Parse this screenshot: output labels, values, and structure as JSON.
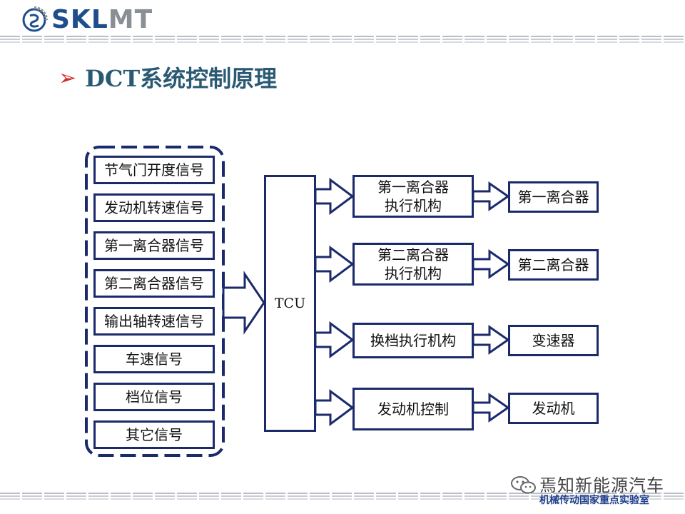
{
  "header": {
    "logo_text_a": "SKL",
    "logo_text_b": "MT",
    "logo_icon": "gear-logo-icon"
  },
  "slide": {
    "bullet": "➢",
    "title": "DCT系统控制原理"
  },
  "diagram": {
    "input_signals": [
      "节气门开度信号",
      "发动机转速信号",
      "第一离合器信号",
      "第二离合器信号",
      "输出轴转速信号",
      "车速信号",
      "档位信号",
      "其它信号"
    ],
    "controller": "TCU",
    "actuators": [
      "第一离合器\n执行机构",
      "第二离合器\n执行机构",
      "换档执行机构",
      "发动机控制"
    ],
    "targets": [
      "第一离合器",
      "第二离合器",
      "变速器",
      "发动机"
    ],
    "colors": {
      "stroke": "#1b2a6b",
      "title": "#2a5a73",
      "bullet": "#d42a2a"
    }
  },
  "watermark": {
    "icon": "wechat-icon",
    "name": "焉知新能源汽车",
    "lab": "机械传动国家重点实验室"
  }
}
